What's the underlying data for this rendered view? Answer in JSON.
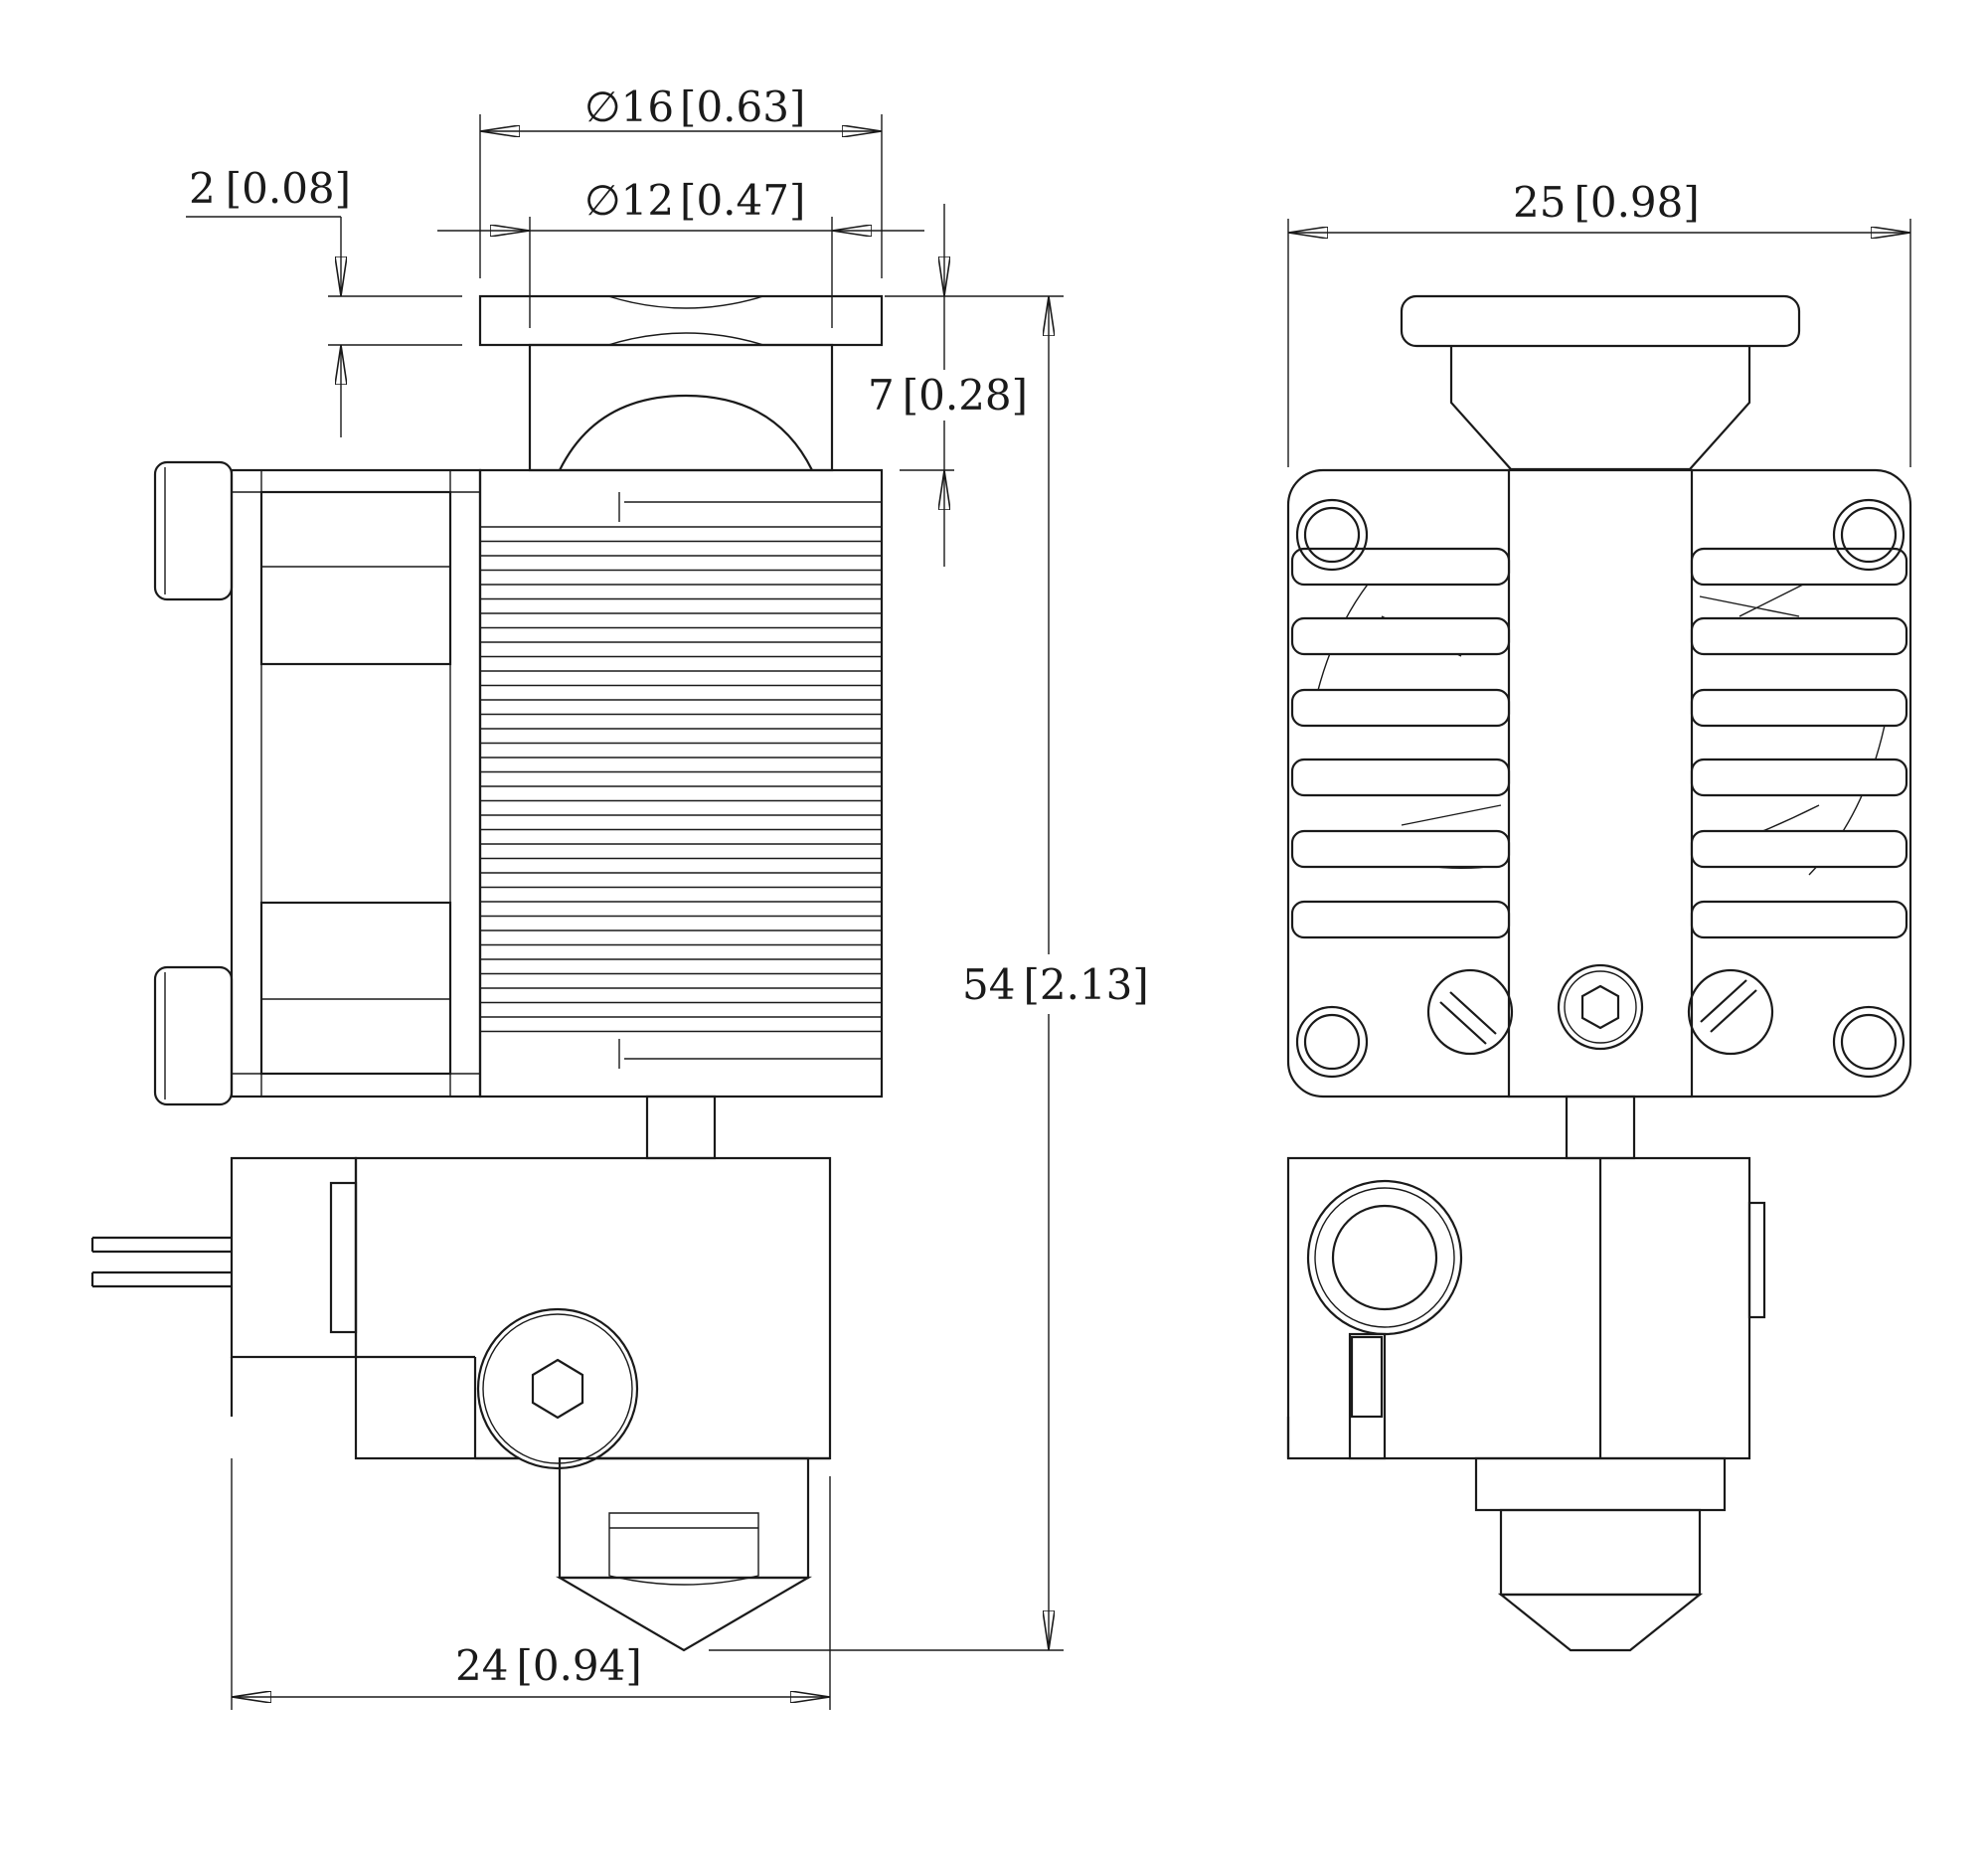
{
  "dimensions": {
    "dia16": {
      "symbol": "∅",
      "value": "16",
      "inch": "0.63"
    },
    "dia12": {
      "symbol": "∅",
      "value": "12",
      "inch": "0.47"
    },
    "thk2": {
      "value": "2",
      "inch": "0.08"
    },
    "h7": {
      "value": "7",
      "inch": "0.28"
    },
    "h54": {
      "value": "54",
      "inch": "2.13"
    },
    "w24": {
      "value": "24",
      "inch": "0.94"
    },
    "w25": {
      "value": "25",
      "inch": "0.98"
    }
  },
  "colors": {
    "line": "#1a1a1a",
    "background": "#ffffff"
  }
}
